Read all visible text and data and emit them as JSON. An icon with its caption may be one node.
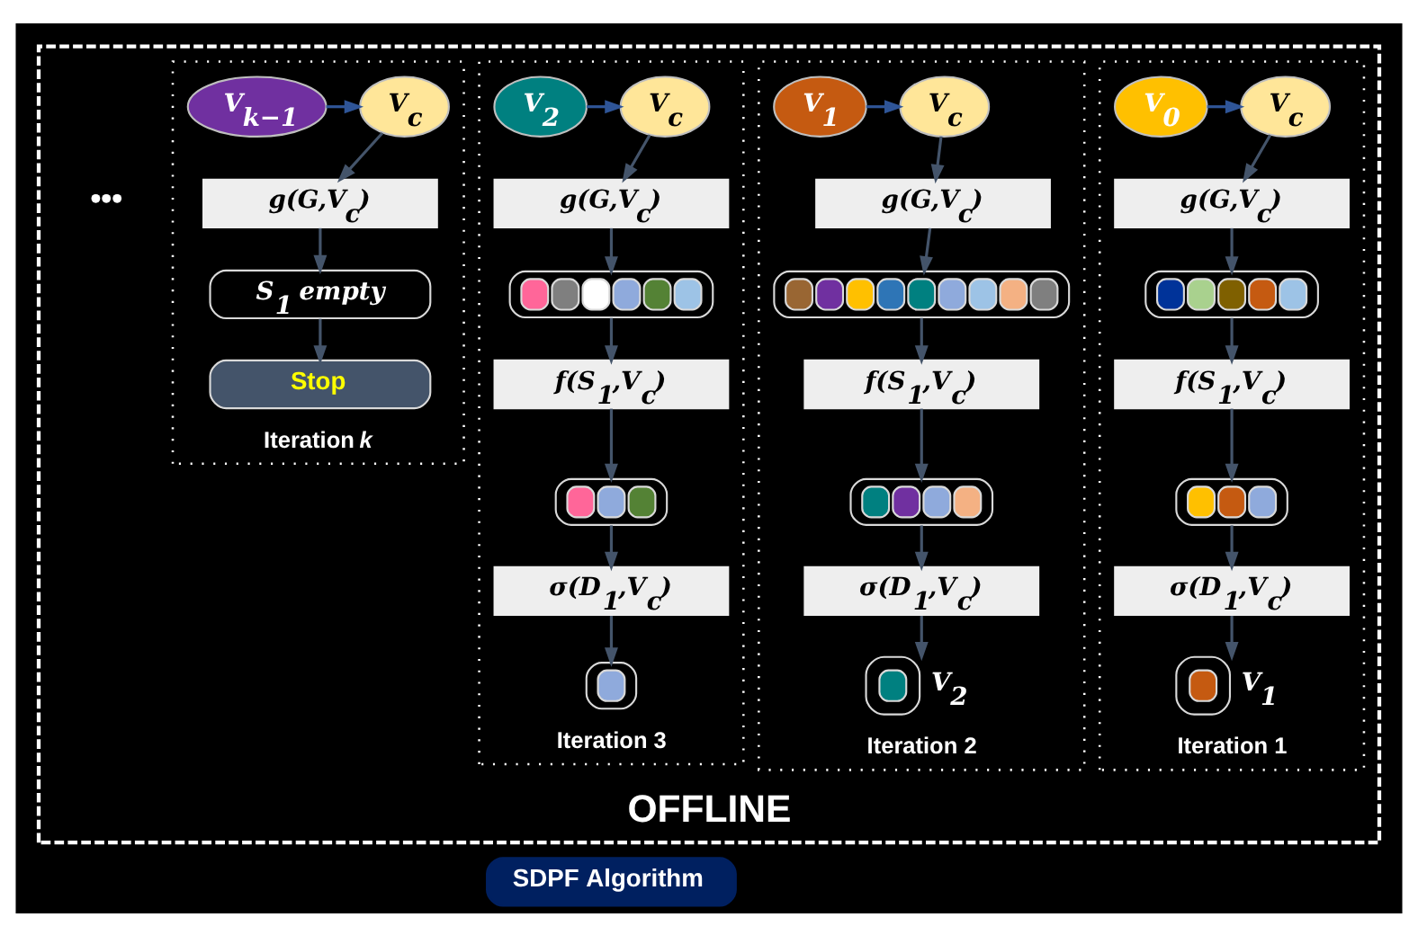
{
  "diagram": {
    "nodes": [
      {
        "text": [
          "OFFLINE"
        ]
      },
      {
        "text": [
          "SDPF Algorithm"
        ]
      },
      {
        "text": [
          "Iteration 1"
        ],
        "in": 0
      },
      {
        "text": [
          "V$_{c}$"
        ],
        "in": 2
      },
      {
        "text": [
          "V$_{0}$"
        ],
        "in": 2
      },
      {
        "text": [
          "g(G,V$_{c}$)"
        ],
        "in": 2
      },
      {
        "text": [],
        "shape": "box",
        "in": 2
      },
      {
        "text": [
          "f(S$_{1}$,V$_{c}$)"
        ],
        "in": 2
      },
      {
        "text": [],
        "shape": "box",
        "in": 2
      },
      {
        "text": [
          "σ(D$_{1}$,V$_{c}$)"
        ],
        "in": 2
      },
      {
        "text": [],
        "shape": "box",
        "in": 2,
        "beside": [
          "V$_{1}$"
        ]
      },
      {
        "text": [
          "Iteration 2"
        ],
        "in": 0
      },
      {
        "text": [
          "V$_{c}$"
        ],
        "in": 11
      },
      {
        "text": [
          "V$_{1}$"
        ],
        "in": 11
      },
      {
        "text": [
          "g(G,V$_{c}$)"
        ],
        "in": 11
      },
      {
        "text": [],
        "shape": "box",
        "in": 11
      },
      {
        "text": [
          "f(S$_{1}$,V$_{c}$)"
        ],
        "in": 11
      },
      {
        "text": [],
        "shape": "box",
        "in": 11
      },
      {
        "text": [
          "σ(D$_{1}$,V$_{c}$)"
        ],
        "in": 11
      },
      {
        "text": [],
        "shape": "box",
        "in": 11,
        "beside": [
          "V$_{2}$"
        ]
      },
      {
        "text": [
          "Iteration 3"
        ],
        "in": 0
      },
      {
        "text": [
          "V$_{c}$"
        ],
        "in": 20
      },
      {
        "text": [
          "V$_{2}$"
        ],
        "in": 20
      },
      {
        "text": [
          "g(G,V$_{c}$)"
        ],
        "in": 20
      },
      {
        "text": [],
        "shape": "box",
        "in": 20
      },
      {
        "text": [
          "f(S$_{1}$,V$_{c}$)"
        ],
        "in": 20
      },
      {
        "text": [],
        "shape": "box",
        "in": 20
      },
      {
        "text": [
          "σ(D$_{1}$,V$_{c}$)"
        ],
        "in": 20
      },
      {
        "text": [],
        "shape": "box",
        "in": 20
      },
      {
        "text": [
          "Iteration *k*"
        ],
        "in": 0
      },
      {
        "text": [
          "V$_{c}$"
        ],
        "in": 29
      },
      {
        "text": [
          "V$_{k−1}$"
        ],
        "in": 29
      },
      {
        "text": [
          "g(G,V$_{c}$)"
        ],
        "in": 29
      },
      {
        "text": [
          "S$_{1}$ empty"
        ],
        "in": 29
      },
      {
        "text": [
          "Stop"
        ],
        "in": 29
      }
    ],
    "edges": [
      {
        "from": 4,
        "to": 3,
        "arrow": "to",
        "color": "#2f5597"
      },
      {
        "from": 3,
        "to": 5,
        "arrow": "to"
      },
      {
        "from": 5,
        "to": 6,
        "arrow": "to"
      },
      {
        "from": 6,
        "to": 7,
        "arrow": "to"
      },
      {
        "from": 7,
        "to": 8,
        "arrow": "to"
      },
      {
        "from": 8,
        "to": 9,
        "arrow": "to"
      },
      {
        "from": 9,
        "to": 10,
        "arrow": "to"
      },
      {
        "from": 13,
        "to": 12,
        "arrow": "to",
        "color": "#2f5597"
      },
      {
        "from": 12,
        "to": 14,
        "arrow": "to"
      },
      {
        "from": 14,
        "to": 15,
        "arrow": "to"
      },
      {
        "from": 15,
        "to": 16,
        "arrow": "to"
      },
      {
        "from": 16,
        "to": 17,
        "arrow": "to"
      },
      {
        "from": 17,
        "to": 18,
        "arrow": "to"
      },
      {
        "from": 18,
        "to": 19,
        "arrow": "to"
      },
      {
        "from": 22,
        "to": 21,
        "arrow": "to",
        "color": "#2f5597"
      },
      {
        "from": 21,
        "to": 23,
        "arrow": "to"
      },
      {
        "from": 23,
        "to": 24,
        "arrow": "to"
      },
      {
        "from": 24,
        "to": 25,
        "arrow": "to"
      },
      {
        "from": 25,
        "to": 26,
        "arrow": "to"
      },
      {
        "from": 26,
        "to": 27,
        "arrow": "to"
      },
      {
        "from": 27,
        "to": 28,
        "arrow": "to"
      },
      {
        "from": 31,
        "to": 30,
        "arrow": "to",
        "color": "#2f5597"
      },
      {
        "from": 30,
        "to": 32,
        "arrow": "to"
      },
      {
        "from": 32,
        "to": 33,
        "arrow": "to"
      },
      {
        "from": 33,
        "to": 34,
        "arrow": "to"
      }
    ],
    "labels": [
      "•••"
    ]
  }
}
